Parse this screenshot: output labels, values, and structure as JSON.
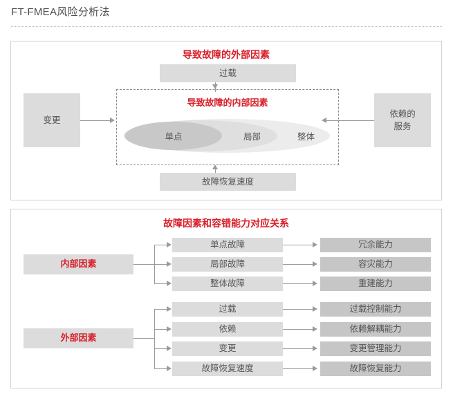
{
  "page": {
    "title": "FT-FMEA风险分析法",
    "accent_red": "#d8202a",
    "box_gray": "#dcdcdc",
    "box_gray_dark": "#c6c6c6",
    "line_gray": "#9a9a9a"
  },
  "panel1": {
    "title": "导致故障的外部因素",
    "inner_title": "导致故障的内部因素",
    "external_top": "过载",
    "external_left": "变更",
    "external_right": "依赖的\n服务",
    "external_bottom": "故障恢复速度",
    "ellipses": [
      {
        "label": "单点",
        "fill": "#c8c8c8"
      },
      {
        "label": "局部",
        "fill": "#dfdfdf"
      },
      {
        "label": "整体",
        "fill": "#ececec"
      }
    ]
  },
  "panel2": {
    "title": "故障因素和容错能力对应关系",
    "groups": [
      {
        "factor_label": "内部因素",
        "rows": [
          {
            "failure": "单点故障",
            "capability": "冗余能力"
          },
          {
            "failure": "局部故障",
            "capability": "容灾能力"
          },
          {
            "failure": "整体故障",
            "capability": "重建能力"
          }
        ]
      },
      {
        "factor_label": "外部因素",
        "rows": [
          {
            "failure": "过载",
            "capability": "过载控制能力"
          },
          {
            "failure": "依赖",
            "capability": "依赖解耦能力"
          },
          {
            "failure": "变更",
            "capability": "变更管理能力"
          },
          {
            "failure": "故障恢复速度",
            "capability": "故障恢复能力"
          }
        ]
      }
    ]
  }
}
